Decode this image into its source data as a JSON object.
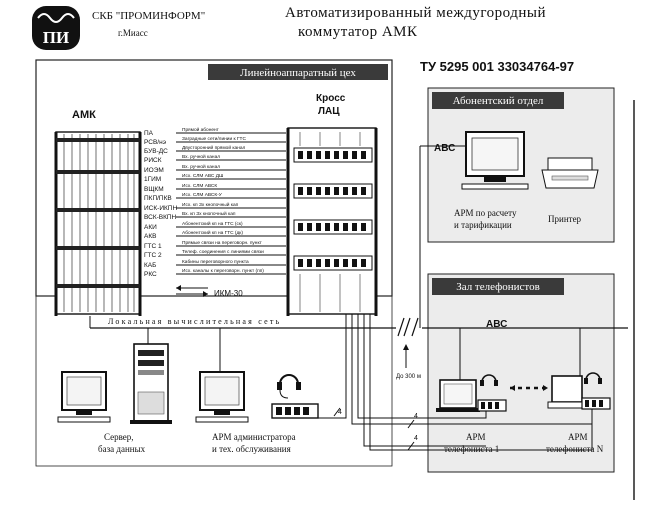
{
  "header": {
    "logo_text": "ПИ",
    "company": "СКБ \"ПРОМИНФОРМ\"",
    "city": "г.Миасс",
    "title_line1": "Автоматизированный междугородный",
    "title_line2": "коммутатор АМК",
    "spec": "ТУ 5295 001 33034764-97"
  },
  "sections": {
    "lineinfo": "Линейноаппаратный цех",
    "subscriber": "Абонентский отдел",
    "operators": "Зал телефонистов"
  },
  "amk": {
    "label": "АМК",
    "channels": [
      "ПА",
      "РСВ/нэ",
      "БУВ-ДС",
      "РИСК",
      "ИОЭМ",
      "1ГИМ",
      "ВЩКМ",
      "ПКП/ПКВ",
      "ИСК-ИКПН",
      "ВСК-ВКПН",
      "АКИ",
      "АКВ",
      "ГТС 1",
      "ГТС 2",
      "КАБ",
      "РКС"
    ],
    "line_descriptions": [
      "Прямой абонент",
      "Заградные сети/линии к ГТС",
      "Двусторонний прямой канал",
      "Вх. ручной канал",
      "Вх. ручной канал",
      "Исх. СЛМ АВС ДШ",
      "Исх. СЛМ АВСК",
      "Исх. СЛМ АВСК-У",
      "Исх. кп Зх кнопочный кап",
      "Вх. кп Зх кнопочный кап",
      "Абонентский кп на ГТС (ск)",
      "Абонентский кп на ГТС (дк)",
      "Прямые связи на переговорн. пункт",
      "Телеф. соединения с линиями связи",
      "Кабины переговорного пункта",
      "Исх. каналы к переговорн. пункт (пп)"
    ],
    "ikm": "ИКМ-30"
  },
  "cross": {
    "label_line1": "Кросс",
    "label_line2": "ЛАЦ"
  },
  "network_label": "Локальная вычислительная сеть",
  "abc_label": "АВС",
  "distance_label": "До 300 м",
  "line_count": "4",
  "devices": {
    "server_line1": "Сервер,",
    "server_line2": "база данных",
    "admin_line1": "АРМ администратора",
    "admin_line2": "и тех. обслуживания",
    "billing_line1": "АРМ по расчету",
    "billing_line2": "и тарификации",
    "printer": "Принтер",
    "op1_line1": "АРМ",
    "op1_line2": "телефониста 1",
    "opn_line1": "АРМ",
    "opn_line2": "телефониста N"
  }
}
